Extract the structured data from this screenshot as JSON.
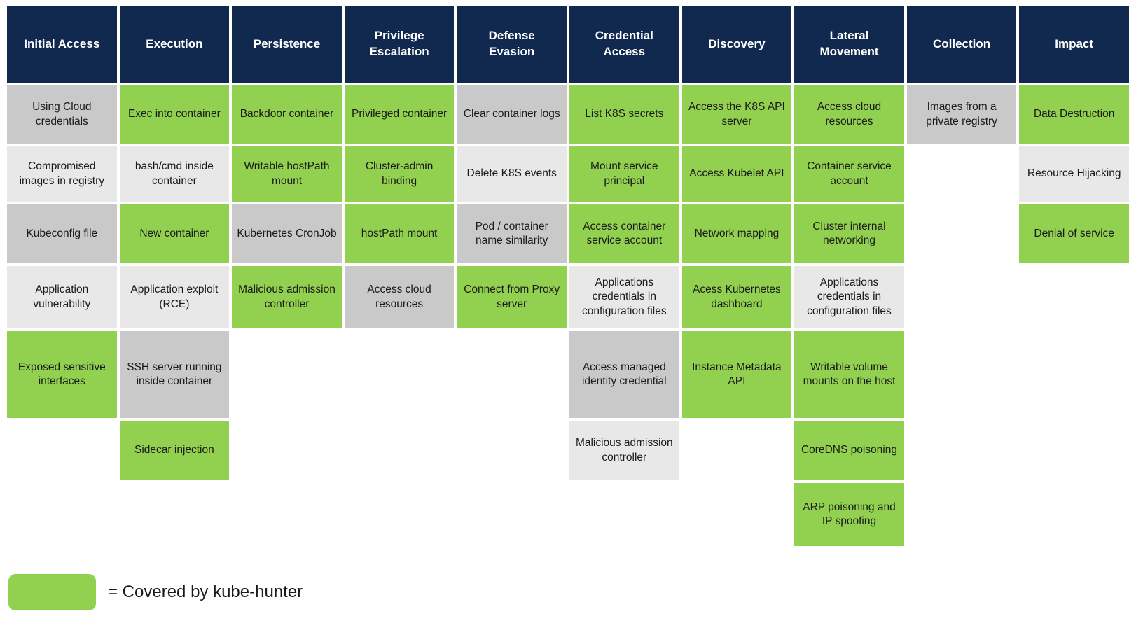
{
  "palette": {
    "header_bg": "#12294F",
    "header_text": "#FFFFFF",
    "covered_green": "#92D050",
    "uncovered_gray_dark": "#C9C9C9",
    "uncovered_gray_light": "#E8E8E8",
    "cell_text": "#1A1A1A"
  },
  "legend": {
    "swatch_color": "#92D050",
    "label": "= Covered by kube-hunter"
  },
  "matrix": {
    "columns": [
      {
        "header": "Initial Access",
        "cells": [
          {
            "label": "Using Cloud credentials",
            "covered": false,
            "shade": "dark"
          },
          {
            "label": "Compromised images in registry",
            "covered": false,
            "shade": "light"
          },
          {
            "label": "Kubeconfig file",
            "covered": false,
            "shade": "dark"
          },
          {
            "label": "Application vulnerability",
            "covered": false,
            "shade": "light"
          },
          {
            "label": "Exposed sensitive interfaces",
            "covered": true
          }
        ]
      },
      {
        "header": "Execution",
        "cells": [
          {
            "label": "Exec into container",
            "covered": true
          },
          {
            "label": "bash/cmd inside container",
            "covered": false,
            "shade": "light"
          },
          {
            "label": "New container",
            "covered": true
          },
          {
            "label": "Application exploit (RCE)",
            "covered": false,
            "shade": "light"
          },
          {
            "label": "SSH server running inside container",
            "covered": false,
            "shade": "dark"
          },
          {
            "label": "Sidecar injection",
            "covered": true
          }
        ]
      },
      {
        "header": "Persistence",
        "cells": [
          {
            "label": "Backdoor container",
            "covered": true
          },
          {
            "label": "Writable hostPath mount",
            "covered": true
          },
          {
            "label": "Kubernetes CronJob",
            "covered": false,
            "shade": "dark"
          },
          {
            "label": "Malicious admission controller",
            "covered": true
          }
        ]
      },
      {
        "header": "Privilege Escalation",
        "cells": [
          {
            "label": "Privileged container",
            "covered": true
          },
          {
            "label": "Cluster-admin binding",
            "covered": true
          },
          {
            "label": "hostPath mount",
            "covered": true
          },
          {
            "label": "Access cloud resources",
            "covered": false,
            "shade": "dark"
          }
        ]
      },
      {
        "header": "Defense Evasion",
        "cells": [
          {
            "label": "Clear container logs",
            "covered": false,
            "shade": "dark"
          },
          {
            "label": "Delete K8S events",
            "covered": false,
            "shade": "light"
          },
          {
            "label": "Pod / container name similarity",
            "covered": false,
            "shade": "dark"
          },
          {
            "label": "Connect from Proxy server",
            "covered": true
          }
        ]
      },
      {
        "header": "Credential Access",
        "cells": [
          {
            "label": "List K8S secrets",
            "covered": true
          },
          {
            "label": "Mount service principal",
            "covered": true
          },
          {
            "label": "Access container service account",
            "covered": true
          },
          {
            "label": "Applications credentials in configuration files",
            "covered": false,
            "shade": "light"
          },
          {
            "label": "Access managed identity credential",
            "covered": false,
            "shade": "dark"
          },
          {
            "label": "Malicious admission controller",
            "covered": false,
            "shade": "light"
          }
        ]
      },
      {
        "header": "Discovery",
        "cells": [
          {
            "label": "Access the K8S API server",
            "covered": true
          },
          {
            "label": "Access Kubelet API",
            "covered": true
          },
          {
            "label": "Network mapping",
            "covered": true
          },
          {
            "label": "Acess Kubernetes dashboard",
            "covered": true
          },
          {
            "label": "Instance Metadata API",
            "covered": true
          }
        ]
      },
      {
        "header": "Lateral Movement",
        "cells": [
          {
            "label": "Access cloud resources",
            "covered": true
          },
          {
            "label": "Container service account",
            "covered": true
          },
          {
            "label": "Cluster internal networking",
            "covered": true
          },
          {
            "label": "Applications credentials in configuration files",
            "covered": false,
            "shade": "light"
          },
          {
            "label": "Writable volume mounts on the host",
            "covered": true
          },
          {
            "label": "CoreDNS poisoning",
            "covered": true
          },
          {
            "label": "ARP poisoning and IP spoofing",
            "covered": true
          }
        ]
      },
      {
        "header": "Collection",
        "cells": [
          {
            "label": "Images from a private registry",
            "covered": false,
            "shade": "dark"
          }
        ]
      },
      {
        "header": "Impact",
        "cells": [
          {
            "label": "Data Destruction",
            "covered": true
          },
          {
            "label": "Resource Hijacking",
            "covered": false,
            "shade": "light"
          },
          {
            "label": "Denial of service",
            "covered": true
          }
        ]
      }
    ]
  }
}
